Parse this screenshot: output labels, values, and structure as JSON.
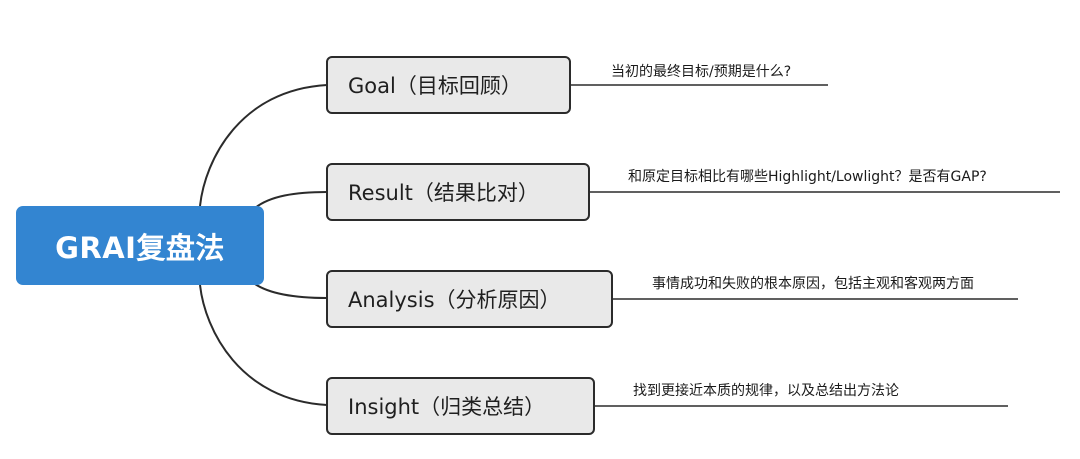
{
  "root": {
    "title": "GRAI复盘法"
  },
  "branches": [
    {
      "label": "Goal（目标回顾）",
      "note": "当初的最终目标/预期是什么?"
    },
    {
      "label": "Result（结果比对）",
      "note": "和原定目标相比有哪些Highlight/Lowlight？是否有GAP?"
    },
    {
      "label": "Analysis（分析原因）",
      "note": "事情成功和失败的根本原因，包括主观和客观两方面"
    },
    {
      "label": "Insight（归类总结）",
      "note": "找到更接近本质的规律，以及总结出方法论"
    }
  ],
  "colors": {
    "root_fill": "#3385d1",
    "node_fill": "#e9e9e9",
    "line": "#2b2b2b"
  }
}
